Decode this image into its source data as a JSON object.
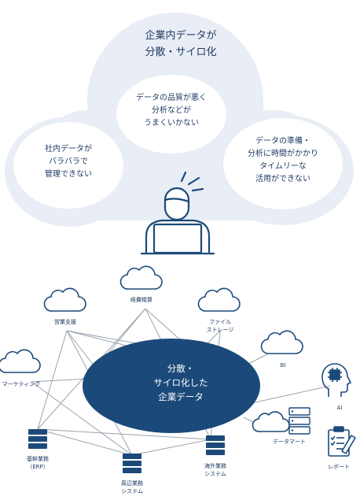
{
  "header": {
    "title_lines": [
      "企業内データが",
      "分散・サイロ化"
    ]
  },
  "bubbles": {
    "quality": [
      "データの品質が悪く",
      "分析などが",
      "うまくいかない"
    ],
    "scattered": [
      "社内データが",
      "バラバラで",
      "管理できない"
    ],
    "timely": [
      "データの準備・",
      "分析に時間がかかり",
      "タイムリーな",
      "活用ができない"
    ]
  },
  "center": [
    "分散・",
    "サイロ化した",
    "企業データ"
  ],
  "nodes": {
    "expense": "経費精算",
    "sales": "営業支援",
    "file_storage": [
      "ファイル",
      "ストレージ"
    ],
    "bi": "BI",
    "marketing": "マーケティング",
    "ai": "AI",
    "core": [
      "基幹業務",
      "（ERP）"
    ],
    "peripheral": [
      "周辺業務",
      "システム"
    ],
    "overseas": [
      "海外業務",
      "システム"
    ],
    "datamart": "データマート",
    "report": "レポート"
  },
  "colors": {
    "navy": "#1b4a7a",
    "cloud_bg": "#e9edf5",
    "line": "#9aa3ae",
    "text": "#1f3b63"
  }
}
